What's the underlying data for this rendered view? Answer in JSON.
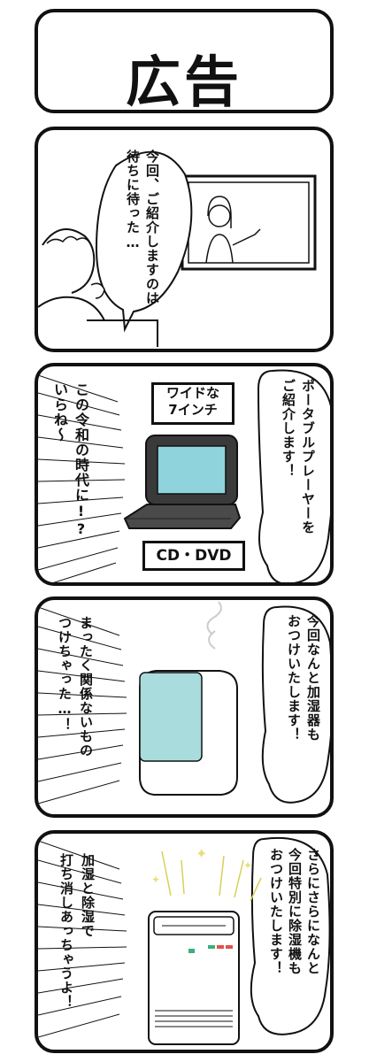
{
  "panel1": {
    "title": "広告"
  },
  "panel2": {
    "bubble_col1": "今回、ご紹介しますのは",
    "bubble_col2": "待ちに待った…"
  },
  "panel3": {
    "bubble_col1": "ポータブルプレーヤーを",
    "bubble_col2": "ご紹介します！",
    "label_top_line1": "ワイドな",
    "label_top_line2": "7インチ",
    "label_bottom": "CD・DVD",
    "thought_col1": "この令和の時代に!?",
    "thought_col2": "いらね〜"
  },
  "panel4": {
    "bubble_col1": "今回なんと加湿器も",
    "bubble_col2": "おつけいたします！",
    "thought_col1": "まったく関係ないもの",
    "thought_col2": "つけちゃった…！"
  },
  "panel5": {
    "bubble_col1": "さらにさらになんと",
    "bubble_col2": "今回特別に除湿機も",
    "bubble_col3": "おつけいたします！",
    "thought_col1": "加湿と除湿で",
    "thought_col2": "打ち消しあっちゃうよ！"
  },
  "colors": {
    "ink": "#111111",
    "water_tank": "#a9dcdc",
    "screen": "#8fd3dc",
    "sparkle": "#e8df7a",
    "indicator_green": "#3ab07a",
    "indicator_red": "#e0524e"
  }
}
